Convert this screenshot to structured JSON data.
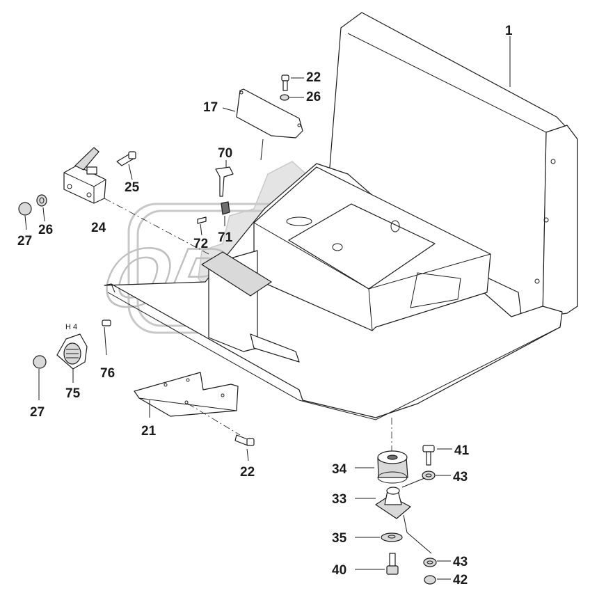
{
  "watermark": {
    "text": "OPEX"
  },
  "labels": {
    "p1": "1",
    "p22a": "22",
    "p26a": "26",
    "p17": "17",
    "p70": "70",
    "p25": "25",
    "p24": "24",
    "p26b": "26",
    "p27a": "27",
    "p72": "72",
    "p71": "71",
    "h4": "H 4",
    "p76": "76",
    "p75": "75",
    "p27b": "27",
    "p21": "21",
    "p22b": "22",
    "p41": "41",
    "p34": "34",
    "p43a": "43",
    "p33": "33",
    "p35": "35",
    "p43b": "43",
    "p40": "40",
    "p42": "42"
  }
}
